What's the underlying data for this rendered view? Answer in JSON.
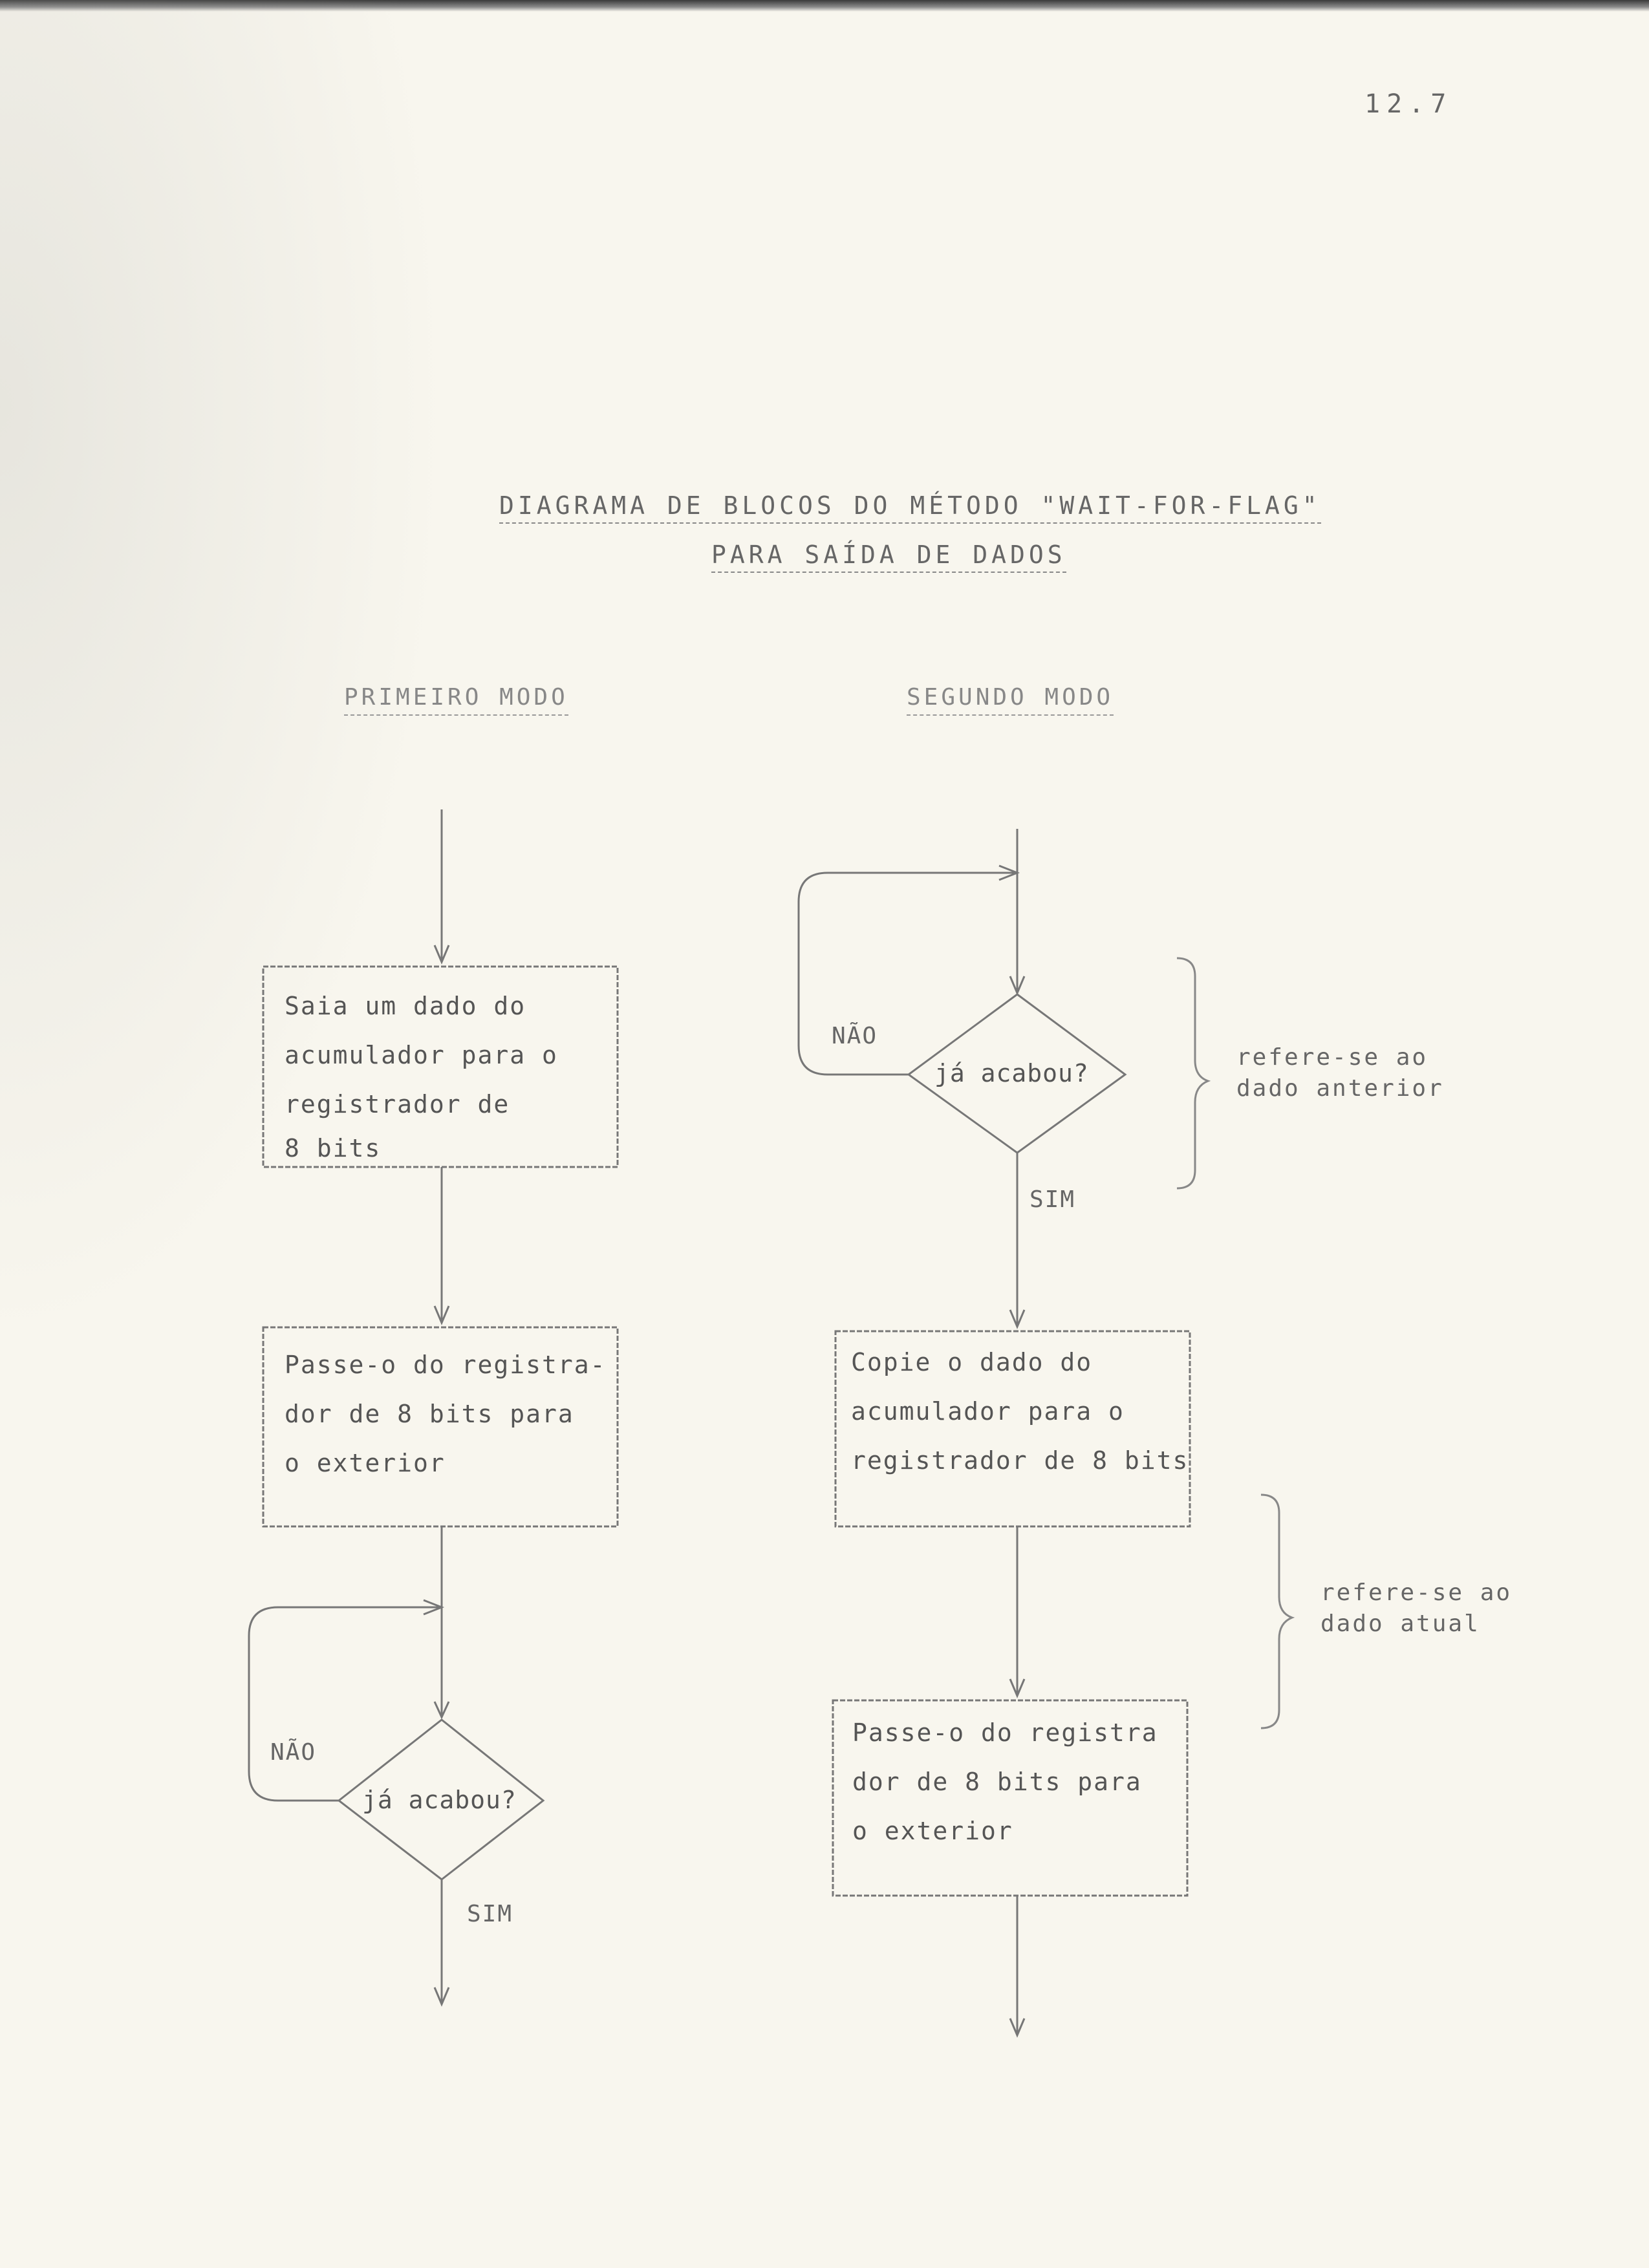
{
  "page_number": "12.7",
  "title": {
    "line1": "DIAGRAMA DE BLOCOS DO MÉTODO \"WAIT-FOR-FLAG\"",
    "line2": "PARA SAÍDA DE DADOS"
  },
  "first_mode": {
    "heading": "PRIMEIRO MODO",
    "box1": [
      "Saia um dado  do",
      "acumulador para o",
      "registrador  de",
      "8 bits"
    ],
    "box2": [
      "Passe-o do registra-",
      "dor de 8 bits para",
      "o exterior"
    ],
    "decision": "já acabou?",
    "no_label": "NÃO",
    "yes_label": "SIM"
  },
  "second_mode": {
    "heading": "SEGUNDO MODO",
    "decision": "já acabou?",
    "no_label": "NÃO",
    "yes_label": "SIM",
    "box1": [
      "Copie o dado do",
      "acumulador para o",
      "registrador de 8 bits"
    ],
    "box2": [
      "Passe-o do registra",
      "dor de 8 bits para",
      "o exterior"
    ],
    "note_previous": [
      "refere-se ao",
      "dado anterior"
    ],
    "note_current": [
      "refere-se ao",
      "dado atual"
    ]
  }
}
